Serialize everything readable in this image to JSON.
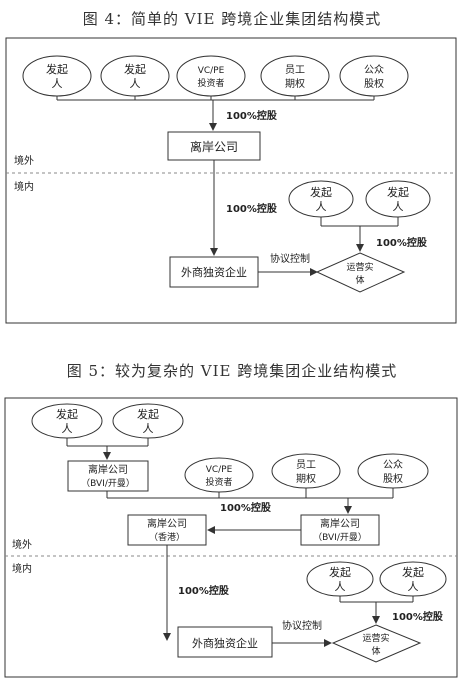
{
  "fig4": {
    "title": "图 4：简单的 VIE 跨境企业集团结构模式",
    "top_nodes": [
      {
        "line1": "发起",
        "line2": "人"
      },
      {
        "line1": "发起",
        "line2": "人"
      },
      {
        "line1": "VC/PE",
        "line2": "投资者"
      },
      {
        "line1": "员工",
        "line2": "期权"
      },
      {
        "line1": "公众",
        "line2": "股权"
      }
    ],
    "label_100_top": "100%控股",
    "offshore_company": "离岸公司",
    "zone_outside": "境外",
    "zone_inside": "境内",
    "label_100_mid": "100%控股",
    "founders": [
      {
        "line1": "发起",
        "line2": "人"
      },
      {
        "line1": "发起",
        "line2": "人"
      }
    ],
    "label_100_right": "100%控股",
    "wfoe": "外商独资企业",
    "agreement": "协议控制",
    "opco": {
      "line1": "运营实",
      "line2": "体"
    }
  },
  "fig5": {
    "title": "图 5：较为复杂的 VIE 跨境集团企业结构模式",
    "founders_top": [
      {
        "line1": "发起",
        "line2": "人"
      },
      {
        "line1": "发起",
        "line2": "人"
      }
    ],
    "offshore_bvi_left": {
      "line1": "离岸公司",
      "line2": "（BVI/开曼）"
    },
    "investors": [
      {
        "line1": "VC/PE",
        "line2": "投资者"
      },
      {
        "line1": "员工",
        "line2": "期权"
      },
      {
        "line1": "公众",
        "line2": "股权"
      }
    ],
    "label_100_top": "100%控股",
    "offshore_hk": {
      "line1": "离岸公司",
      "line2": "（香港）"
    },
    "offshore_bvi_right": {
      "line1": "离岸公司",
      "line2": "（BVI/开曼）"
    },
    "zone_outside": "境外",
    "zone_inside": "境内",
    "label_100_mid": "100%控股",
    "founders_right": [
      {
        "line1": "发起",
        "line2": "人"
      },
      {
        "line1": "发起",
        "line2": "人"
      }
    ],
    "label_100_right": "100%控股",
    "wfoe": "外商独资企业",
    "agreement": "协议控制",
    "opco": {
      "line1": "运营实",
      "line2": "体"
    }
  },
  "colors": {
    "stroke": "#333333",
    "dash": "#888888"
  }
}
